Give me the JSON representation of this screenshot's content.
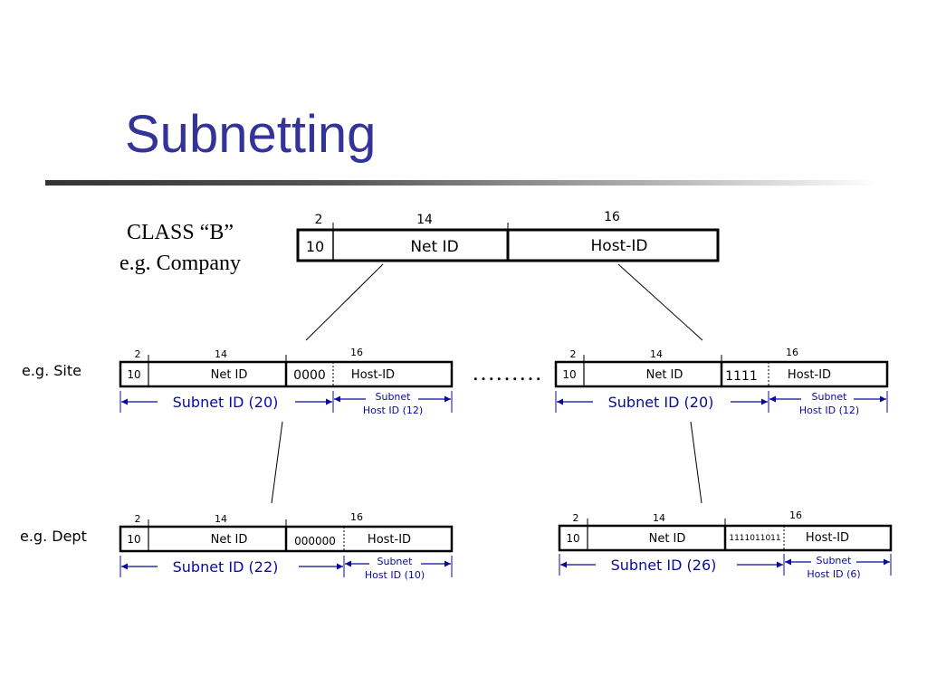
{
  "slide": {
    "title": "Subnetting",
    "class_label": {
      "line1": "CLASS “B”",
      "line2": "e.g. Company"
    },
    "ellipsis": "………",
    "row_labels": {
      "site": "e.g. Site",
      "dept": "e.g. Dept"
    }
  },
  "top": {
    "bits": {
      "a": "2",
      "b": "14",
      "c": "16"
    },
    "prefix": "10",
    "net": "Net ID",
    "host": "Host-ID"
  },
  "site_left": {
    "bits": {
      "a": "2",
      "b": "14",
      "c": "16"
    },
    "prefix": "10",
    "net": "Net ID",
    "subnet": "0000",
    "host": "Host-ID",
    "subnet_id": "Subnet ID (20)",
    "host_sub1": "Subnet",
    "host_sub2": "Host ID (12)"
  },
  "site_right": {
    "bits": {
      "a": "2",
      "b": "14",
      "c": "16"
    },
    "prefix": "10",
    "net": "Net ID",
    "subnet": "1111",
    "host": "Host-ID",
    "subnet_id": "Subnet ID (20)",
    "host_sub1": "Subnet",
    "host_sub2": "Host ID (12)"
  },
  "dept_left": {
    "bits": {
      "a": "2",
      "b": "14",
      "c": "16"
    },
    "prefix": "10",
    "net": "Net ID",
    "subnet": "000000",
    "host": "Host-ID",
    "subnet_id": "Subnet ID (22)",
    "host_sub1": "Subnet",
    "host_sub2": "Host ID (10)"
  },
  "dept_right": {
    "bits": {
      "a": "2",
      "b": "14",
      "c": "16"
    },
    "prefix": "10",
    "net": "Net ID",
    "subnet": "1111011011",
    "host": "Host-ID",
    "subnet_id": "Subnet ID (26)",
    "host_sub1": "Subnet",
    "host_sub2": "Host ID (6)"
  },
  "colors": {
    "title": "#333399",
    "annotation": "#0b0b9b",
    "line": "#000000"
  }
}
